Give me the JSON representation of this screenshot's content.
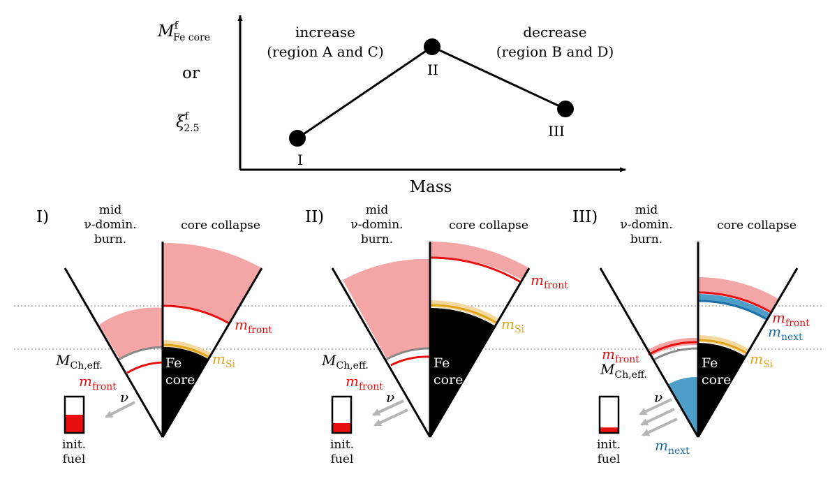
{
  "colors": {
    "pink": "#f4a6a6",
    "red": "#e8100f",
    "gold": "#e0a51a",
    "gold_light": "#f3d8a2",
    "blue": "#4d9ec9",
    "blue_dark": "#1f6fa7",
    "gray": "#888888",
    "arrow_gray": "#b5b5b5",
    "black": "#000000"
  },
  "top_plot": {
    "y_label_m": "M",
    "y_label_m_sup": "f",
    "y_label_m_sub": "Fe core",
    "y_label_or": "or",
    "y_label_xi": "ξ",
    "y_label_xi_sup": "f",
    "y_label_xi_sub": "2.5",
    "x_label": "Mass",
    "increase_line1": "increase",
    "increase_line2": "(region A and C)",
    "decrease_line1": "decrease",
    "decrease_line2": "(region B and D)",
    "point_I": "I",
    "point_II": "II",
    "point_III": "III"
  },
  "panels": [
    {
      "roman": "I)",
      "left_title": [
        "mid",
        "ν-domin.",
        "burn."
      ],
      "right_title": "core collapse",
      "fe_core": [
        "Fe",
        "core"
      ],
      "m_front_right": "m",
      "m_front_right_sub": "front",
      "m_si": "m",
      "m_si_sub": "Si",
      "m_ch": "M",
      "m_ch_sub": "Ch,eff.",
      "m_front_left": "m",
      "m_front_left_sub": "front",
      "nu": "ν",
      "fuel": [
        "init.",
        "fuel"
      ],
      "fuel_fraction": 0.5
    },
    {
      "roman": "II)",
      "left_title": [
        "mid",
        "ν-domin.",
        "burn."
      ],
      "right_title": "core collapse",
      "fe_core": [
        "Fe",
        "core"
      ],
      "m_front_right": "m",
      "m_front_right_sub": "front",
      "m_si": "m",
      "m_si_sub": "Si",
      "m_ch": "M",
      "m_ch_sub": "Ch,eff.",
      "m_front_left": "m",
      "m_front_left_sub": "front",
      "nu": "ν",
      "fuel": [
        "init.",
        "fuel"
      ],
      "fuel_fraction": 0.27
    },
    {
      "roman": "III)",
      "left_title": [
        "mid",
        "ν-domin.",
        "burn."
      ],
      "right_title": "core collapse",
      "fe_core": [
        "Fe",
        "core"
      ],
      "m_front_right": "m",
      "m_front_right_sub": "front",
      "m_next_right": "m",
      "m_next_right_sub": "next",
      "m_si": "m",
      "m_si_sub": "Si",
      "m_front_left": "m",
      "m_front_left_sub": "front",
      "m_ch": "M",
      "m_ch_sub": "Ch,eff.",
      "nu": "ν",
      "m_next_left": "m",
      "m_next_left_sub": "next",
      "fuel": [
        "init.",
        "fuel"
      ],
      "fuel_fraction": 0.15
    }
  ]
}
